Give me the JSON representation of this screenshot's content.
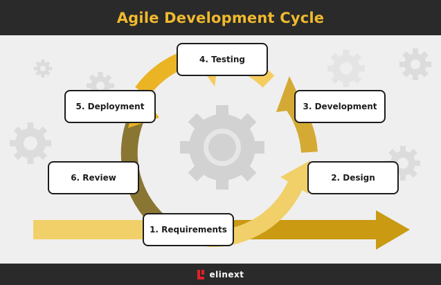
{
  "title": "Agile Development Cycle",
  "brand": {
    "name": "elinext",
    "logo_color": "#e2202a"
  },
  "colors": {
    "accent": "#f0b92e",
    "dark_gold": "#c99a12",
    "olive": "#8a7633",
    "light_gold": "#f1d06a"
  },
  "steps": [
    {
      "label": "1. Requirements"
    },
    {
      "label": "2. Design"
    },
    {
      "label": "3. Development"
    },
    {
      "label": "4. Testing"
    },
    {
      "label": "5. Deployment"
    },
    {
      "label": "6. Review"
    }
  ]
}
